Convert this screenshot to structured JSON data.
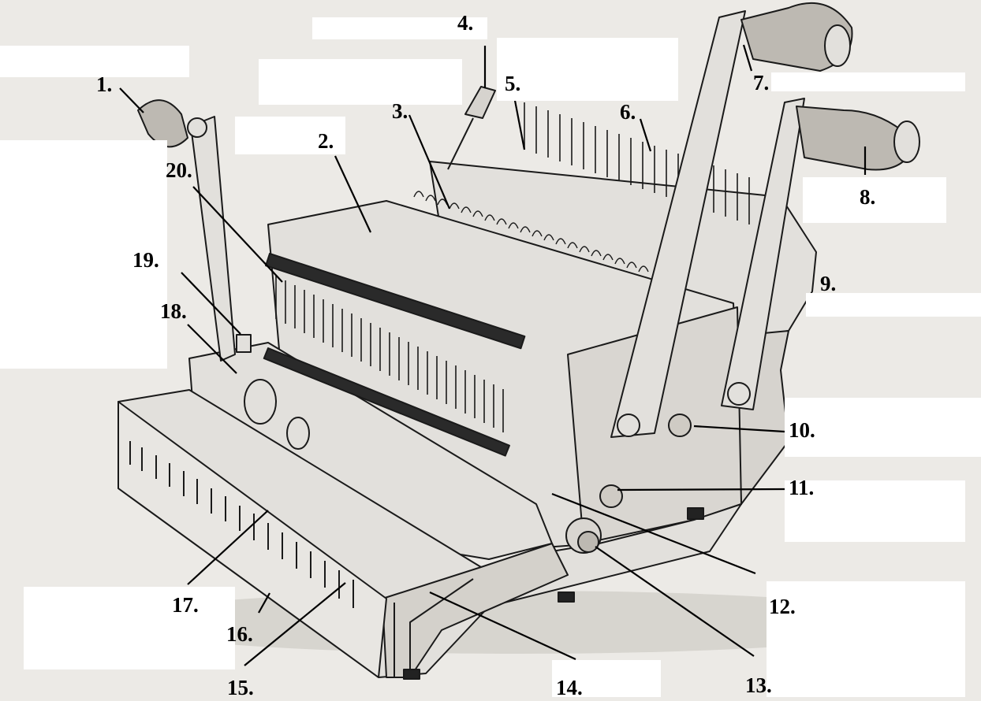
{
  "callouts": [
    {
      "id": "1",
      "text": "1."
    },
    {
      "id": "2",
      "text": "2."
    },
    {
      "id": "3",
      "text": "3."
    },
    {
      "id": "4",
      "text": "4."
    },
    {
      "id": "5",
      "text": "5."
    },
    {
      "id": "6",
      "text": "6."
    },
    {
      "id": "7",
      "text": "7."
    },
    {
      "id": "8",
      "text": "8."
    },
    {
      "id": "9",
      "text": "9."
    },
    {
      "id": "10",
      "text": "10."
    },
    {
      "id": "11",
      "text": "11."
    },
    {
      "id": "12",
      "text": "12."
    },
    {
      "id": "13",
      "text": "13."
    },
    {
      "id": "14",
      "text": "14."
    },
    {
      "id": "15",
      "text": "15."
    },
    {
      "id": "16",
      "text": "16."
    },
    {
      "id": "17",
      "text": "17."
    },
    {
      "id": "18",
      "text": "18."
    },
    {
      "id": "19",
      "text": "19."
    },
    {
      "id": "20",
      "text": "20."
    }
  ],
  "colors": {
    "paper": "#eceae6",
    "line": "#1a1a1a",
    "body": "#e2e0dc",
    "shadow": "#b9b6b0",
    "dark": "#222222"
  }
}
